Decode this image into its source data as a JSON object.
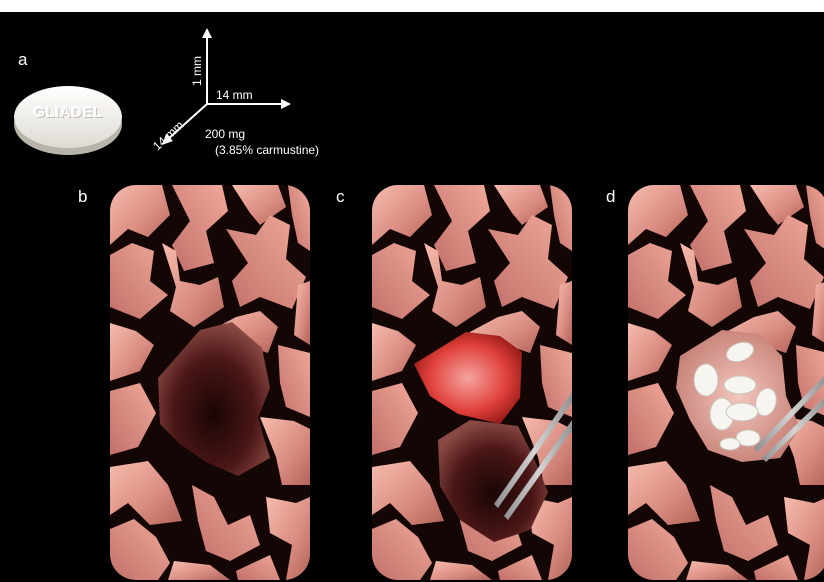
{
  "panel_labels": {
    "a": "a",
    "b": "b",
    "c": "c",
    "d": "d"
  },
  "wafer": {
    "brand": "GLIADEL",
    "thickness": "1 mm",
    "width": "14 mm",
    "depth": "14 mm",
    "dose": "200 mg",
    "concentration": "(3.85% carmustine)"
  },
  "colors": {
    "background": "#000000",
    "brain_light": "#f3b1a2",
    "brain_mid": "#d8837a",
    "brain_dark": "#a8584e",
    "cavity_dark": "#2a0a0a",
    "cavity_red": "#e23a36",
    "wafer": "#f7f5f0",
    "forceps": "#b9b9b9"
  }
}
